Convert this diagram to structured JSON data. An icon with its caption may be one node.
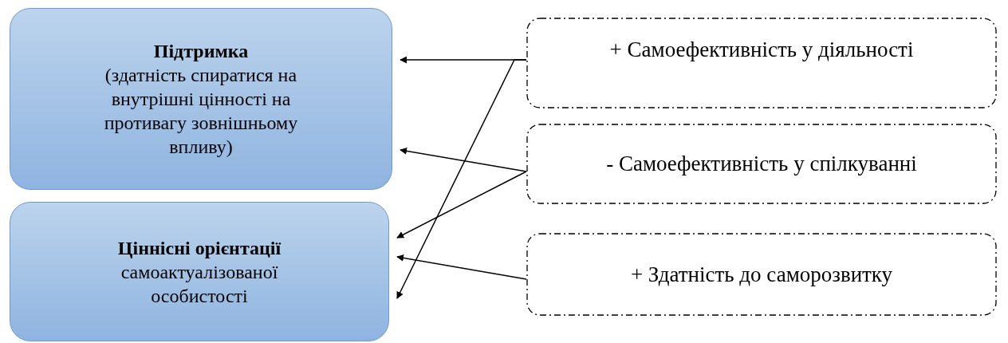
{
  "diagram": {
    "nodes": [
      {
        "text": [
          "Підтримка",
          "(здатність спиратися на внутрішні цінності на противагу зовнішньому впливу)"
        ]
      },
      {
        "text": [
          "Ціннісні орієнтації",
          "самоактуалізованої особистості"
        ]
      },
      {
        "text": [
          "+  Самоефективність у діяльності"
        ]
      },
      {
        "text": [
          "- Самоефективність у спілкуванні"
        ]
      },
      {
        "text": [
          "+ Здатність до саморозвитку"
        ]
      }
    ],
    "edges": [
      {
        "from": 2,
        "to": 0,
        "arrow": "to"
      },
      {
        "from": 2,
        "to": 1,
        "arrow": "to"
      },
      {
        "from": 3,
        "to": 0,
        "arrow": "to"
      },
      {
        "from": 3,
        "to": 1,
        "arrow": "to"
      },
      {
        "from": 4,
        "to": 1,
        "arrow": "to"
      }
    ]
  }
}
